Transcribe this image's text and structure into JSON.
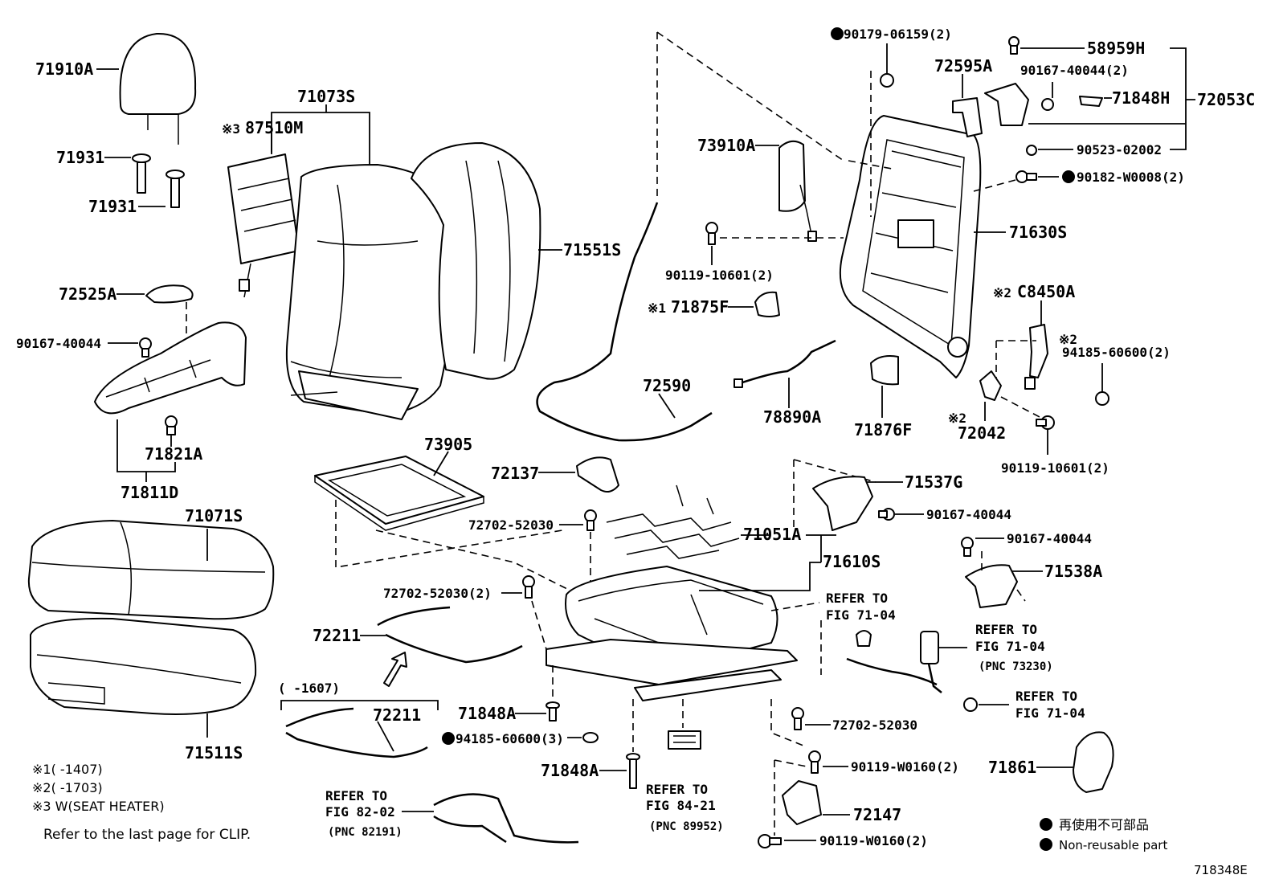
{
  "parts": {
    "p71910A": "71910A",
    "p71931a": "71931",
    "p71931b": "71931",
    "p87510M": "87510M",
    "p87510M_mark": "※3",
    "p71073S": "71073S",
    "p71551S": "71551S",
    "p72525A": "72525A",
    "p90167_40044a": "90167-40044",
    "p71821A": "71821A",
    "p71811D": "71811D",
    "p71071S": "71071S",
    "p71511S": "71511S",
    "p73905": "73905",
    "p72137": "72137",
    "p72702_52030a": "72702-52030",
    "p72702_52030b": "72702-52030(2)",
    "p72211a": "72211",
    "p72211b": "72211",
    "p72211b_range": "(   -1607)",
    "p71848Aa": "71848A",
    "p94185_60600a": "94185-60600(3)",
    "p71848Ab": "71848A",
    "p72590": "72590",
    "p90179_06159": "90179-06159(2)",
    "p72595A": "72595A",
    "p73910A": "73910A",
    "p90119_10601a": "90119-10601(2)",
    "p71875F": "71875F",
    "p71875F_mark": "※1",
    "p78890A": "78890A",
    "p71876F": "71876F",
    "p58959H": "58959H",
    "p90167_40044b": "90167-40044(2)",
    "p71848H": "71848H",
    "p72053C": "72053C",
    "p90523_02002": "90523-02002",
    "p90182_W0008": "90182-W0008(2)",
    "p71630S": "71630S",
    "pC8450A": "C8450A",
    "pC8450A_mark": "※2",
    "p94185_60600b": "94185-60600(2)",
    "p94185_60600b_mark": "※2",
    "p72042": "72042",
    "p72042_mark": "※2",
    "p90119_10601b": "90119-10601(2)",
    "p71537G": "71537G",
    "p90167_40044c": "90167-40044",
    "p90167_40044d": "90167-40044",
    "p71538A": "71538A",
    "p71051A": "71051A",
    "p71610S": "71610S",
    "p72702_52030c": "72702-52030",
    "p90119_W0160a": "90119-W0160(2)",
    "p72147": "72147",
    "p90119_W0160b": "90119-W0160(2)",
    "p71861": "71861"
  },
  "refs": {
    "r1_l1": "REFER TO",
    "r1_l2": "FIG 71-04",
    "r2_l1": "REFER TO",
    "r2_l2": "FIG 71-04",
    "r2_l3": "(PNC 73230)",
    "r3_l1": "REFER TO",
    "r3_l2": "FIG 71-04",
    "r4_l1": "REFER TO",
    "r4_l2": "FIG 82-02",
    "r4_l3": "(PNC 82191)",
    "r5_l1": "REFER TO",
    "r5_l2": "FIG 84-21",
    "r5_l3": "(PNC 89952)"
  },
  "notes": {
    "n1": "※1(    -1407)",
    "n2": "※2(    -1703)",
    "n3": "※3 W(SEAT HEATER)",
    "clip": "Refer to the last page for CLIP."
  },
  "legend": {
    "jp": "再使用不可部品",
    "en": "Non-reusable part"
  },
  "figure_id": "718348E"
}
